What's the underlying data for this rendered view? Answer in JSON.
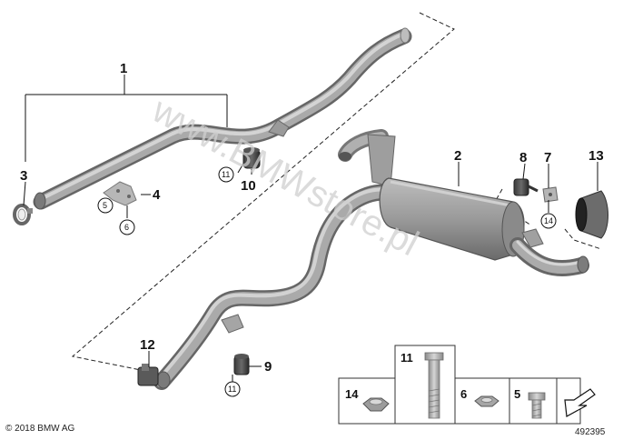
{
  "callouts": {
    "c1": "1",
    "c2": "2",
    "c3": "3",
    "c4": "4",
    "c5": "5",
    "c6": "6",
    "c7": "7",
    "c8": "8",
    "c9": "9",
    "c10": "10",
    "c11a": "11",
    "c11b": "11",
    "c12": "12",
    "c13": "13",
    "c14": "14"
  },
  "parts_table": {
    "cell_14": "14",
    "cell_11": "11",
    "cell_6": "6",
    "cell_5": "5"
  },
  "footer": {
    "copyright": "© 2018 BMW AG",
    "diagram_number": "492395"
  },
  "watermark": "www.BMWstore.pl"
}
